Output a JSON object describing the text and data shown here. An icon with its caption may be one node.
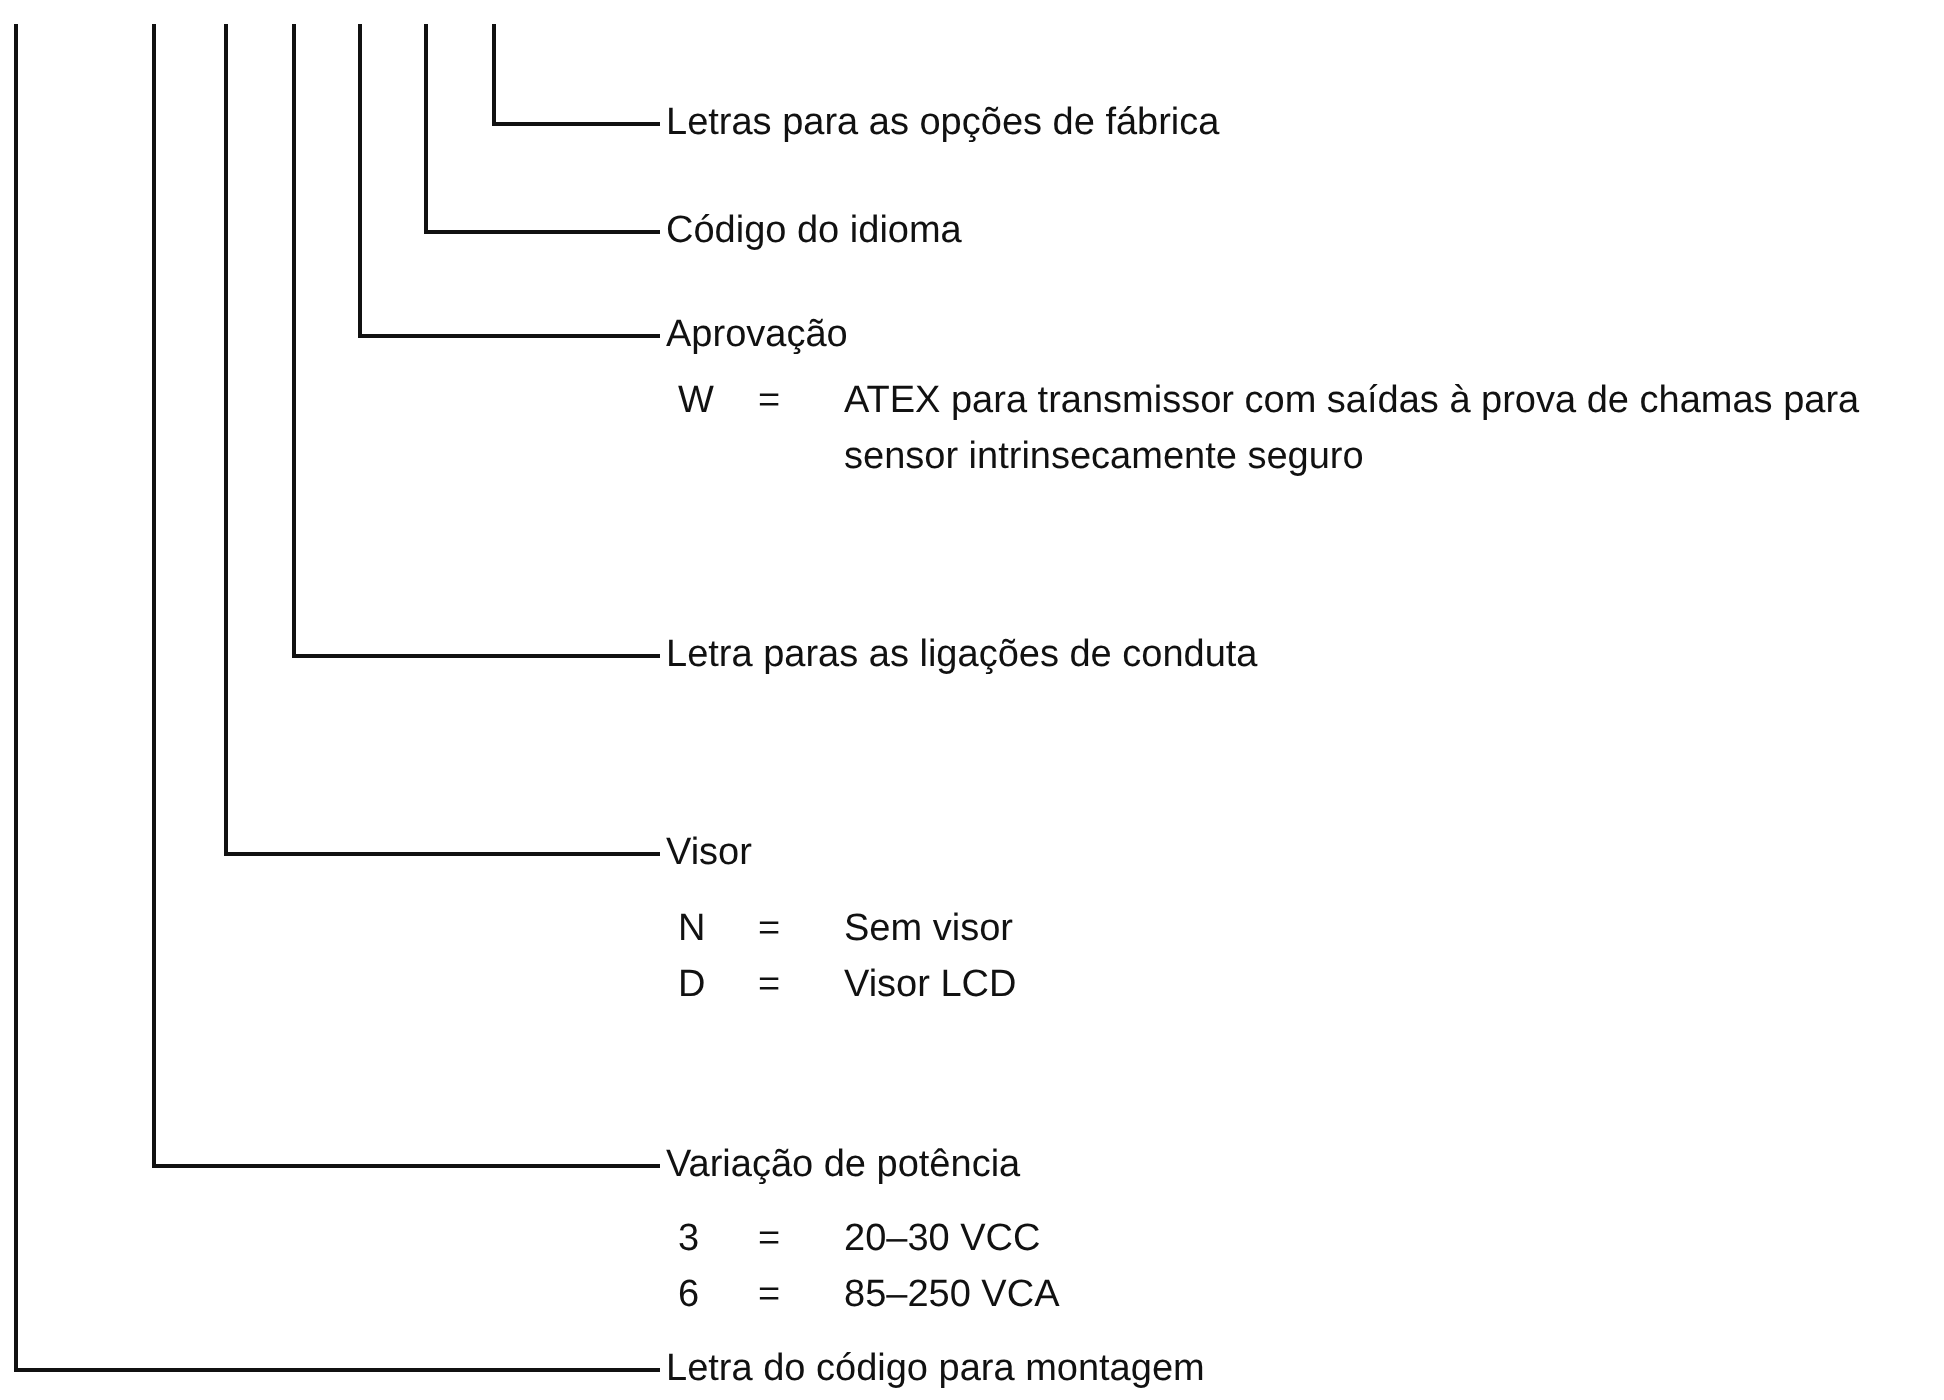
{
  "diagram": {
    "nodes": [
      {
        "text": [
          "Letras para as opções de fábrica"
        ]
      },
      {
        "text": [
          "Código do idioma"
        ]
      },
      {
        "text": [
          "Aprovação"
        ]
      },
      {
        "text": [
          "Letra paras as ligações de conduta"
        ]
      },
      {
        "text": [
          "Visor"
        ]
      },
      {
        "text": [
          "Variação de potência"
        ]
      },
      {
        "text": [
          "Letra do código para montagem"
        ]
      }
    ],
    "edges": [
      {
        "from": 0,
        "to": null,
        "arrow": "none"
      },
      {
        "from": 1,
        "to": null,
        "arrow": "none"
      },
      {
        "from": 2,
        "to": null,
        "arrow": "none"
      },
      {
        "from": 3,
        "to": null,
        "arrow": "none"
      },
      {
        "from": 4,
        "to": null,
        "arrow": "none"
      },
      {
        "from": 5,
        "to": null,
        "arrow": "none"
      },
      {
        "from": 6,
        "to": null,
        "arrow": "none"
      }
    ],
    "labels": [
      "W",
      "=",
      "ATEX para transmissor com saídas à prova de chamas para sensor intrinsecamente seguro",
      "N",
      "=",
      "Sem visor",
      "D",
      "=",
      "Visor LCD",
      "3",
      "=",
      "20–30 VCC",
      "6",
      "=",
      "85–250 VCA"
    ]
  }
}
